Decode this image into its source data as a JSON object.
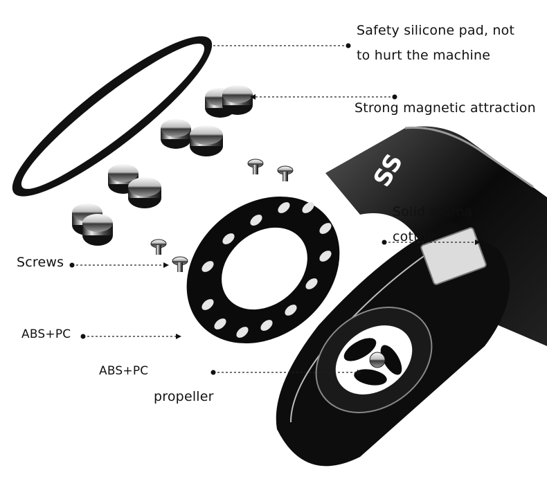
{
  "labels": {
    "silicone_pad": "Safety silicone pad, not",
    "silicone_pad_line2": "to hurt the machine",
    "magnets": "Strong magnetic attraction",
    "aroma_cotton": "Solid aroma",
    "aroma_cotton_line2": "cotton",
    "screws": "Screws",
    "abs_pc_frame": "ABS+PC",
    "abs_pc_propeller": "ABS+PC",
    "propeller": "propeller"
  },
  "logo_text": "SS",
  "colors": {
    "body_black": "#0b0b0b",
    "metal_light": "#f2f2f2",
    "metal_dark": "#2a2a2a",
    "text": "#111111",
    "leader_line": "#222222"
  }
}
